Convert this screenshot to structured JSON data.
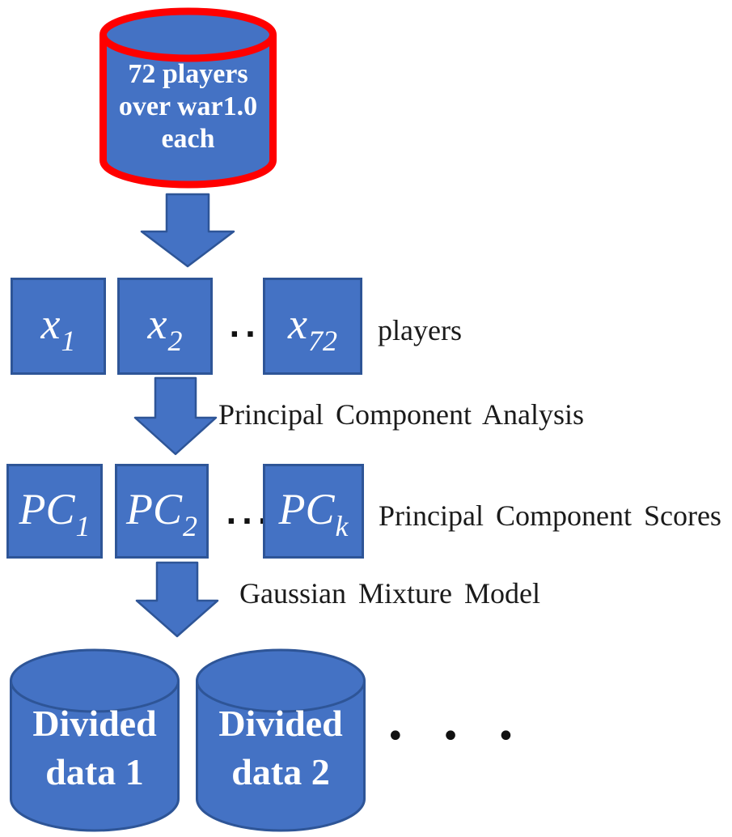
{
  "colors": {
    "shape_fill": "#4472C4",
    "shape_border": "#2E5597",
    "highlight_border": "#FF0000",
    "text_on_shape": "#FFFFFF",
    "label_text": "#1A1A1A"
  },
  "source_database": {
    "lines": [
      "72 players",
      "over war1.0",
      "each"
    ]
  },
  "players_row": {
    "items": [
      {
        "base": "x",
        "sub": "1"
      },
      {
        "base": "x",
        "sub": "2"
      },
      {
        "base": "x",
        "sub": "72"
      }
    ],
    "ellipsis": "···",
    "label": "players"
  },
  "pca_step": {
    "label": "Principal Component Analysis"
  },
  "pc_row": {
    "items": [
      {
        "base": "PC",
        "sub": "1"
      },
      {
        "base": "PC",
        "sub": "2"
      },
      {
        "base": "PC",
        "sub": "k"
      }
    ],
    "ellipsis": "···",
    "label": "Principal Component Scores"
  },
  "gmm_step": {
    "label": "Gaussian Mixture Model"
  },
  "output_databases": {
    "items": [
      {
        "lines": [
          "Divided",
          "data 1"
        ]
      },
      {
        "lines": [
          "Divided",
          "data 2"
        ]
      }
    ],
    "ellipsis": "• • •"
  }
}
